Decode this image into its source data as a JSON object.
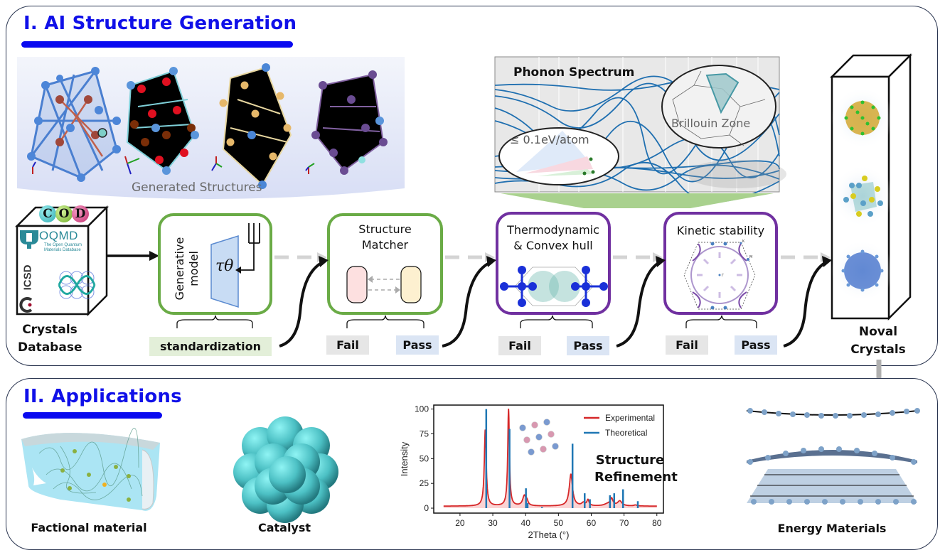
{
  "section1": {
    "title": "I. AI Structure Generation",
    "generated_structures_label": "Generated Structures",
    "database": {
      "logos": [
        "COD",
        "OQMD",
        "ICSD"
      ],
      "cod_letters": [
        "C",
        "O",
        "D"
      ],
      "oqmd_name": "OQMD",
      "oqmd_subtitle_line1": "The Open Quantum",
      "oqmd_subtitle_line2": "Materials Database",
      "icsd_name": "ICSD",
      "caption_line1": "Crystals",
      "caption_line2": "Database"
    },
    "steps": [
      {
        "id": "generative-model",
        "title_line1": "Generative",
        "title_line2": "model",
        "symbol": "τθ",
        "outcome_label": "standardization",
        "border_color": "#6aab46"
      },
      {
        "id": "structure-matcher",
        "title_line1": "Structure",
        "title_line2": "Matcher",
        "fail_label": "Fail",
        "pass_label": "Pass",
        "border_color": "#6aab46"
      },
      {
        "id": "thermodynamic",
        "title_line1": "Thermodynamic",
        "title_line2": "& Convex hull",
        "fail_label": "Fail",
        "pass_label": "Pass",
        "border_color": "#7030a0"
      },
      {
        "id": "kinetic",
        "title_line1": "Kinetic stability",
        "bz_labels": [
          "K",
          "M",
          "Γ"
        ],
        "fail_label": "Fail",
        "pass_label": "Pass",
        "border_color": "#7030a0"
      }
    ],
    "phonon": {
      "title": "Phonon Spectrum",
      "energy_bubble": "≤ 0.1eV/atom",
      "bz_bubble": "Brillouin Zone"
    },
    "output": {
      "caption_line1": "Noval",
      "caption_line2": "Crystals"
    }
  },
  "section2": {
    "title": "II. Applications",
    "items": [
      {
        "label": "Factional material"
      },
      {
        "label": "Catalyst"
      },
      {
        "label": "Energy Materials"
      }
    ]
  },
  "colors": {
    "title_blue": "#1010e8",
    "green_border": "#6aab46",
    "purple_border": "#7030a0",
    "experimental": "#d62728",
    "theoretical": "#1f77b4"
  },
  "chart_data": {
    "type": "line",
    "title": "",
    "annotation_line1": "Structure",
    "annotation_line2": "Refinement",
    "xlabel": "2Theta (°)",
    "ylabel": "Intensity",
    "xlim": [
      12,
      82
    ],
    "ylim": [
      -5,
      104
    ],
    "xticks": [
      20,
      30,
      40,
      50,
      60,
      70,
      80
    ],
    "yticks": [
      0,
      25,
      50,
      75,
      100
    ],
    "legend": {
      "position": "top-right",
      "entries": [
        "Experimental",
        "Theoretical"
      ]
    },
    "series": [
      {
        "name": "Experimental",
        "kind": "line",
        "peaks": [
          {
            "x": 27.7,
            "y": 79,
            "w": 0.35
          },
          {
            "x": 34.8,
            "y": 100,
            "w": 0.3
          },
          {
            "x": 39.6,
            "y": 12,
            "w": 0.6
          },
          {
            "x": 40.4,
            "y": 6,
            "w": 0.4
          },
          {
            "x": 44.8,
            "y": 1,
            "w": 0.8
          },
          {
            "x": 53.8,
            "y": 34,
            "w": 0.6
          },
          {
            "x": 57.6,
            "y": 5,
            "w": 0.6
          },
          {
            "x": 59.0,
            "y": 8,
            "w": 0.4
          },
          {
            "x": 65.0,
            "y": 4,
            "w": 1.2
          },
          {
            "x": 66.2,
            "y": 9,
            "w": 0.5
          },
          {
            "x": 68.7,
            "y": 7,
            "w": 0.8
          },
          {
            "x": 73.5,
            "y": 3,
            "w": 0.6
          }
        ],
        "baseline": 2
      },
      {
        "name": "Theoretical",
        "kind": "stick",
        "x": [
          28.0,
          35.1,
          40.1,
          40.6,
          45.0,
          54.3,
          58.0,
          59.6,
          65.7,
          67.0,
          69.7,
          74.2
        ],
        "y": [
          100,
          80,
          20,
          5,
          1,
          65,
          15,
          9,
          13,
          15,
          19,
          7
        ]
      }
    ]
  }
}
